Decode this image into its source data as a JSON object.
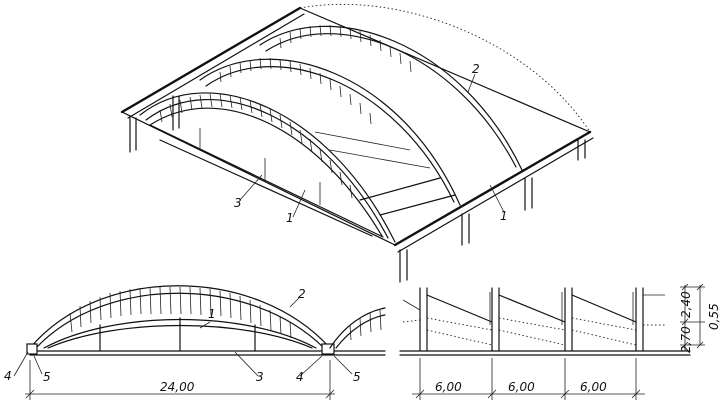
{
  "figure": {
    "callouts": {
      "one": "1",
      "two": "2",
      "three": "3",
      "four": "4",
      "five": "5"
    },
    "dimensions": {
      "span": "24,00",
      "bay1": "6,00",
      "bay2": "6,00",
      "bay3": "6,00",
      "height_upper": "2,40",
      "height_lower": "2,70",
      "offset": "0,55"
    }
  }
}
